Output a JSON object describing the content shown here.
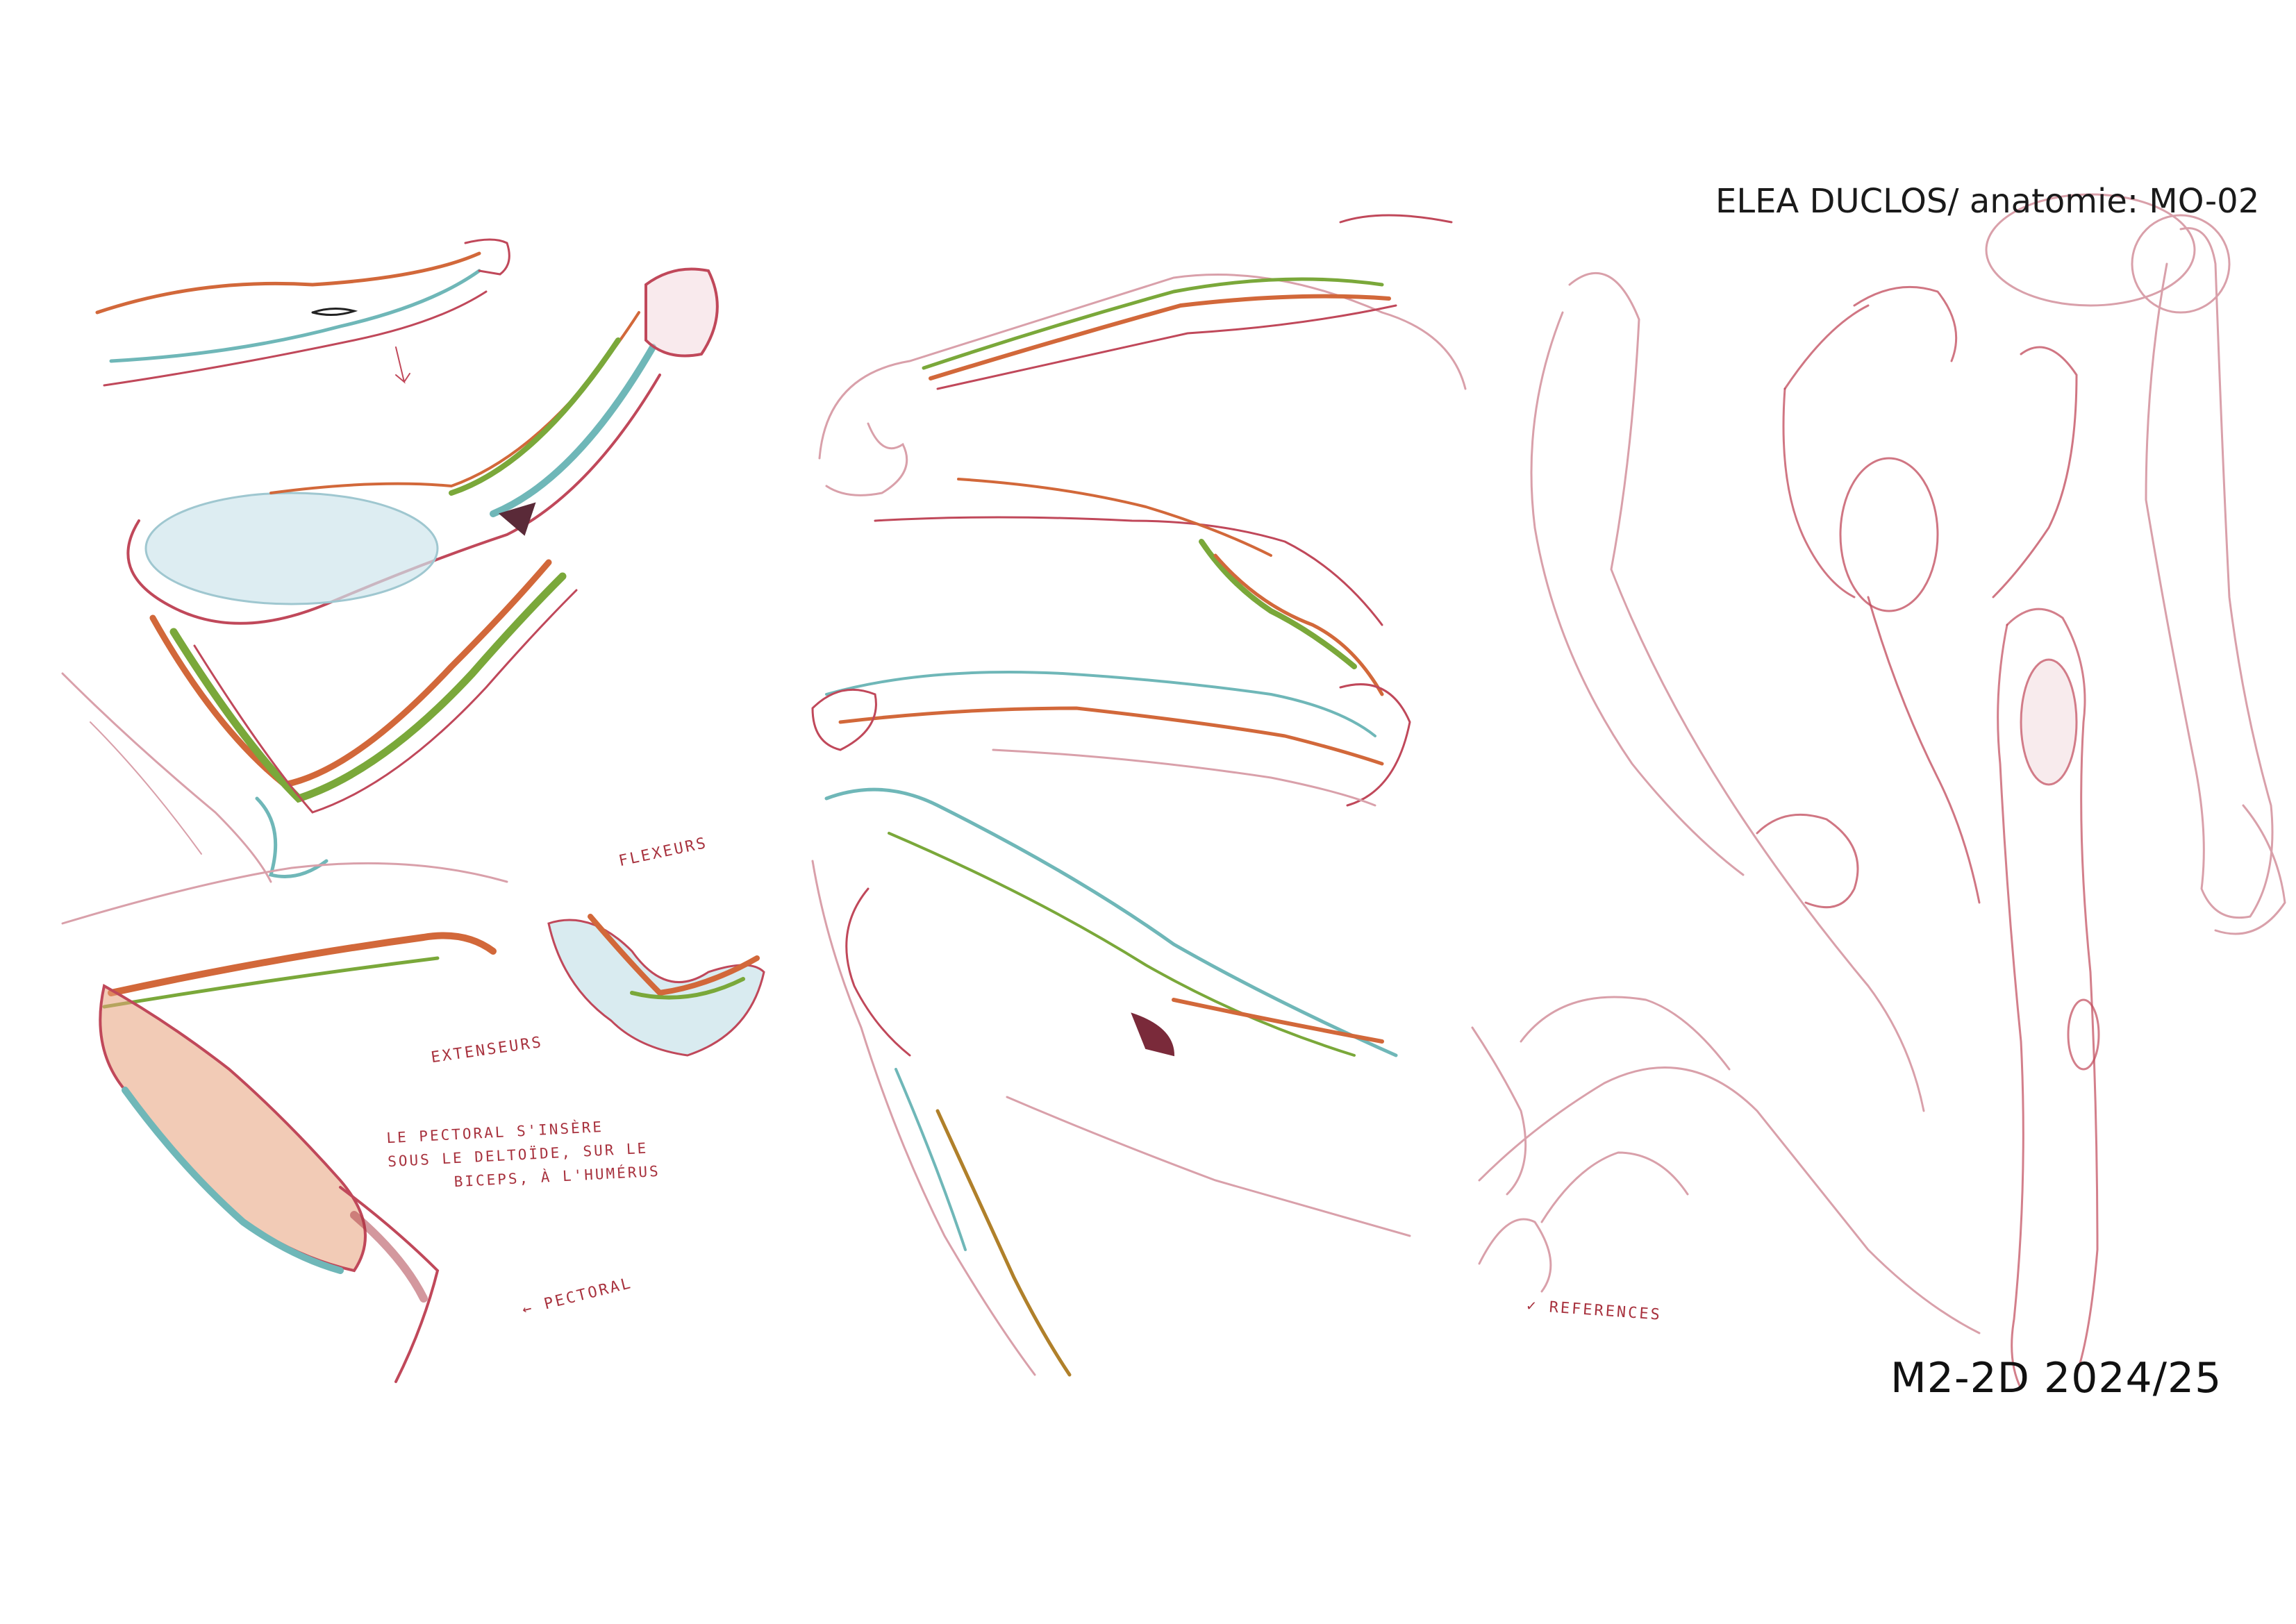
{
  "header": {
    "title": "ELEA DUCLOS/ anatomie: MO-02"
  },
  "footer": {
    "caption": "M2-2D  2024/25"
  },
  "annotations": {
    "flexeurs": "FLEXEURS",
    "extenseurs": "EXTENSEURS",
    "pectoral_note": "LE PECTORAL S'INSÈRE\nSOUS LE DELTOÏDE, SUR LE\n      BICEPS, À L'HUMÉRUS",
    "pectoral": "← PECTORAL",
    "references": "✓ REFERENCES"
  },
  "colors": {
    "sketch_red": "#c0485a",
    "sketch_pink": "#d9a0aa",
    "orange": "#d2683a",
    "green": "#7aa83a",
    "teal": "#6fb7b8",
    "light_blue": "#cfe6ec"
  }
}
